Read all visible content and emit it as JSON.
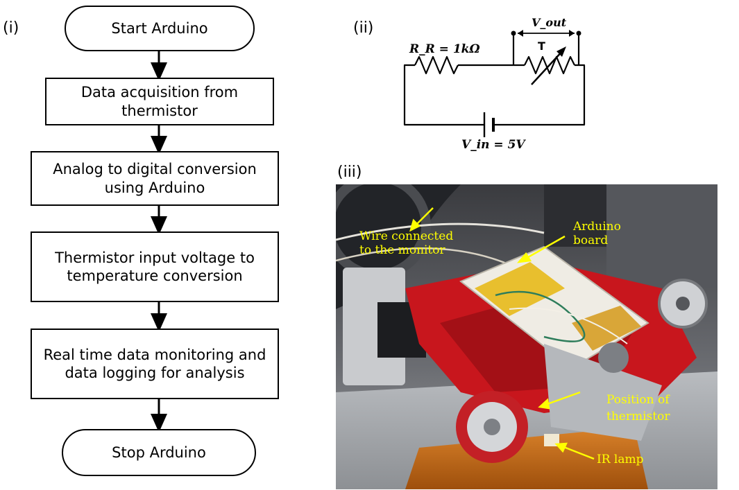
{
  "panels": {
    "i": "(i)",
    "ii": "(ii)",
    "iii": "(iii)"
  },
  "flowchart": {
    "steps": [
      "Start Arduino",
      "Data acquisition from thermistor",
      "Analog to digital conversion using Arduino",
      "Thermistor input voltage to temperature conversion",
      "Real time data monitoring and data logging for analysis",
      "Stop Arduino"
    ]
  },
  "circuit": {
    "resistor_label": "R_R = 1kΩ",
    "thermistor_label": "T",
    "vout_label": "V_out",
    "vin_label": "V_in = 5V"
  },
  "photo": {
    "annotations": [
      "Wire connected",
      "to the monitor",
      "Arduino",
      "board",
      "Position of",
      "thermistor",
      "IR lamp"
    ],
    "colors": {
      "annotation": "#ffff00",
      "chassis": "#c8161d",
      "tape": "#c46a12"
    }
  }
}
